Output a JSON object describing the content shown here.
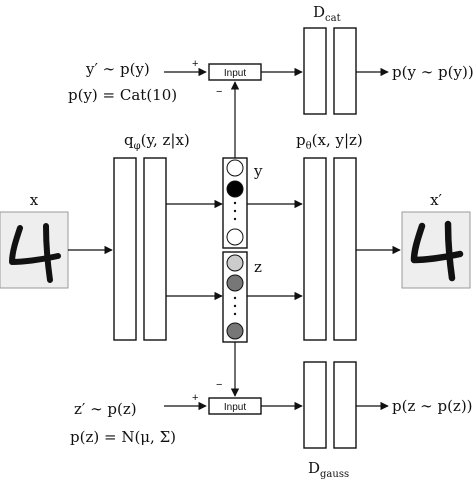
{
  "labels": {
    "x": "x",
    "x_prime": "x′",
    "y": "y",
    "z": "z",
    "y_prior": "y′ ∼ p(y)",
    "y_cat": "p(y) = Cat(10)",
    "z_prior": "z′ ∼ p(z)",
    "z_normal": "p(z) = N(μ, Σ)",
    "d_cat_main": "D",
    "d_cat_sub": "cat",
    "d_gauss_main": "D",
    "d_gauss_sub": "gauss",
    "encoder_main": "q",
    "encoder_sub": "φ",
    "encoder_args": "(y, z|x)",
    "decoder_main": "p",
    "decoder_sub": "θ",
    "decoder_args": "(x, y|z)",
    "out_top": "p(y ∼ p(y))",
    "out_bottom": "p(z ∼ p(z))",
    "input_top": "Input",
    "input_bottom": "Input",
    "plus": "+",
    "minus": "−",
    "digit": "4"
  },
  "colors": {
    "stroke": "#111111",
    "node_black": "#000000",
    "node_dark": "#777777",
    "node_light": "#cccccc",
    "node_white": "#ffffff"
  }
}
